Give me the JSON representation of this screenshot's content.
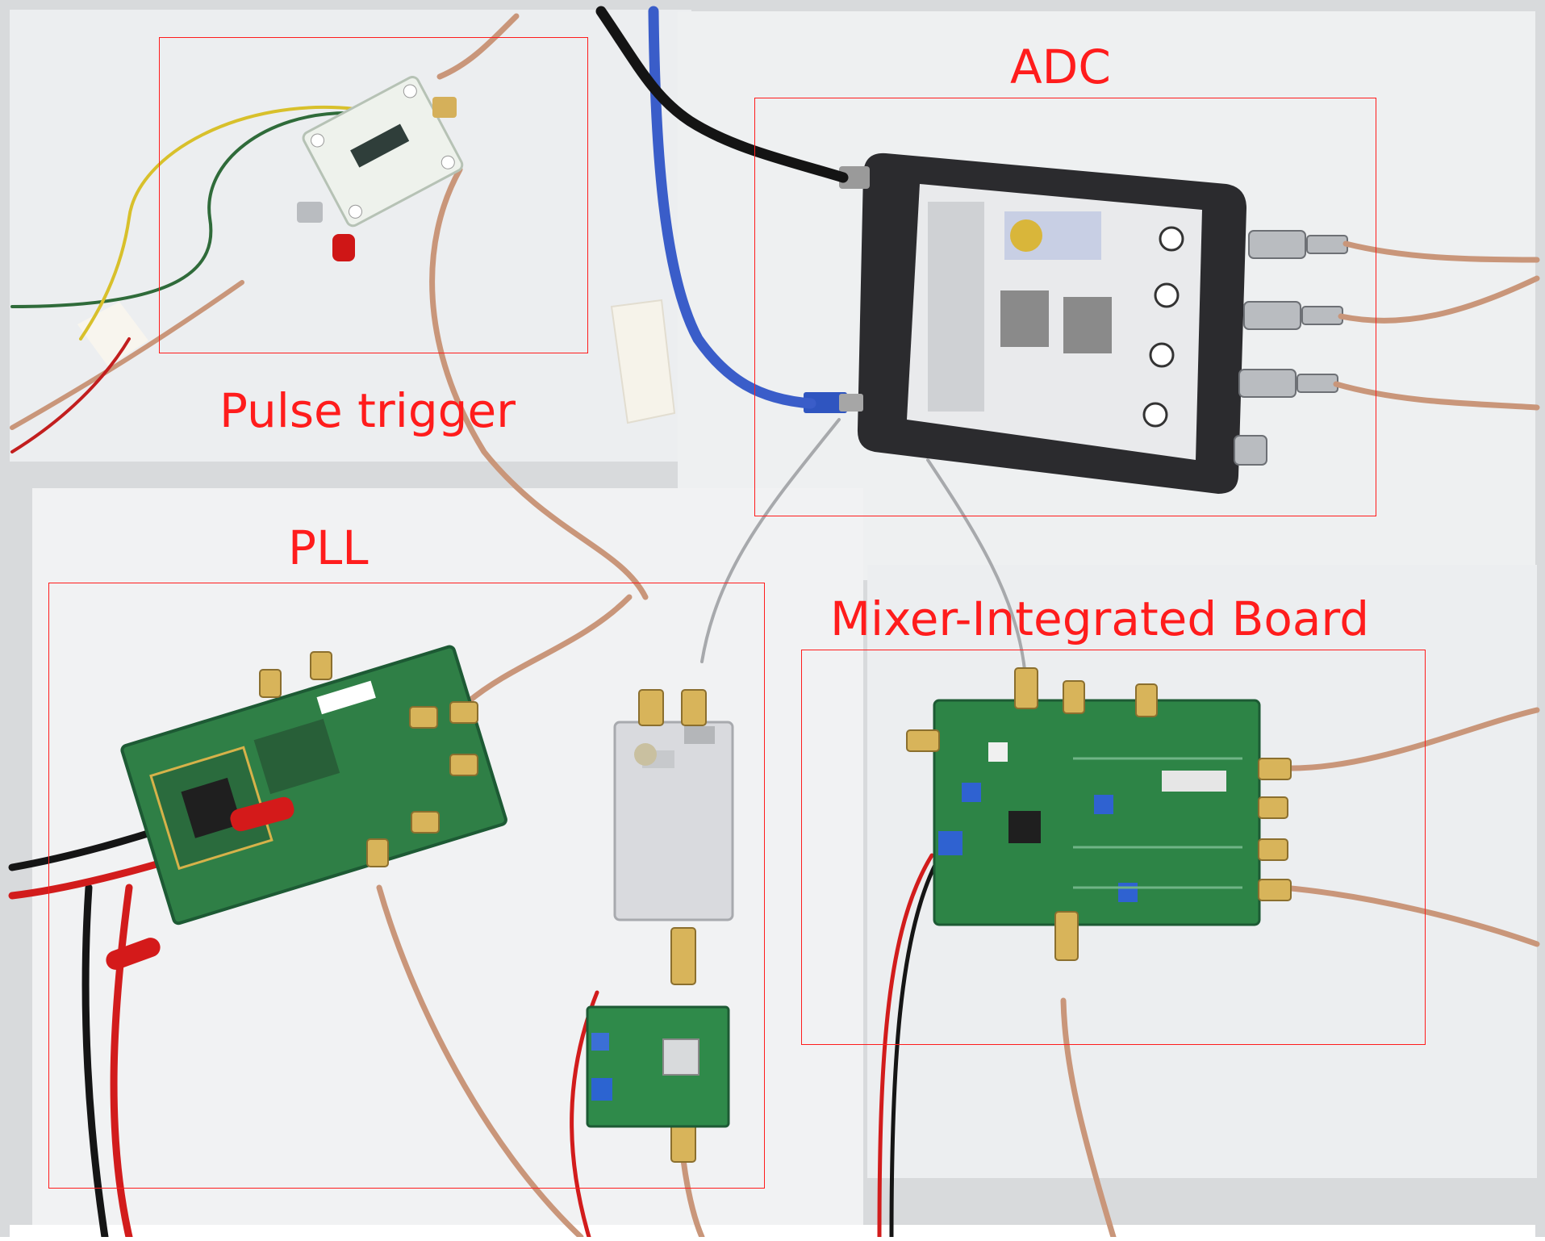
{
  "labels": {
    "adc": "ADC",
    "pulse_trigger": "Pulse trigger",
    "pll": "PLL",
    "mixer_board": "Mixer-Integrated Board"
  },
  "colors": {
    "annotation": "#ff1c1c",
    "paper": "#eef0f2",
    "pcb_green": "#2f8a4a",
    "pcb_dark": "#1d5a34",
    "adc_case": "#2a2a2c",
    "splitter": "#d9dade",
    "coax": "#c9967a",
    "usb_blue": "#3a5dc9",
    "wire_red": "#d21c1c",
    "wire_black": "#151515"
  }
}
